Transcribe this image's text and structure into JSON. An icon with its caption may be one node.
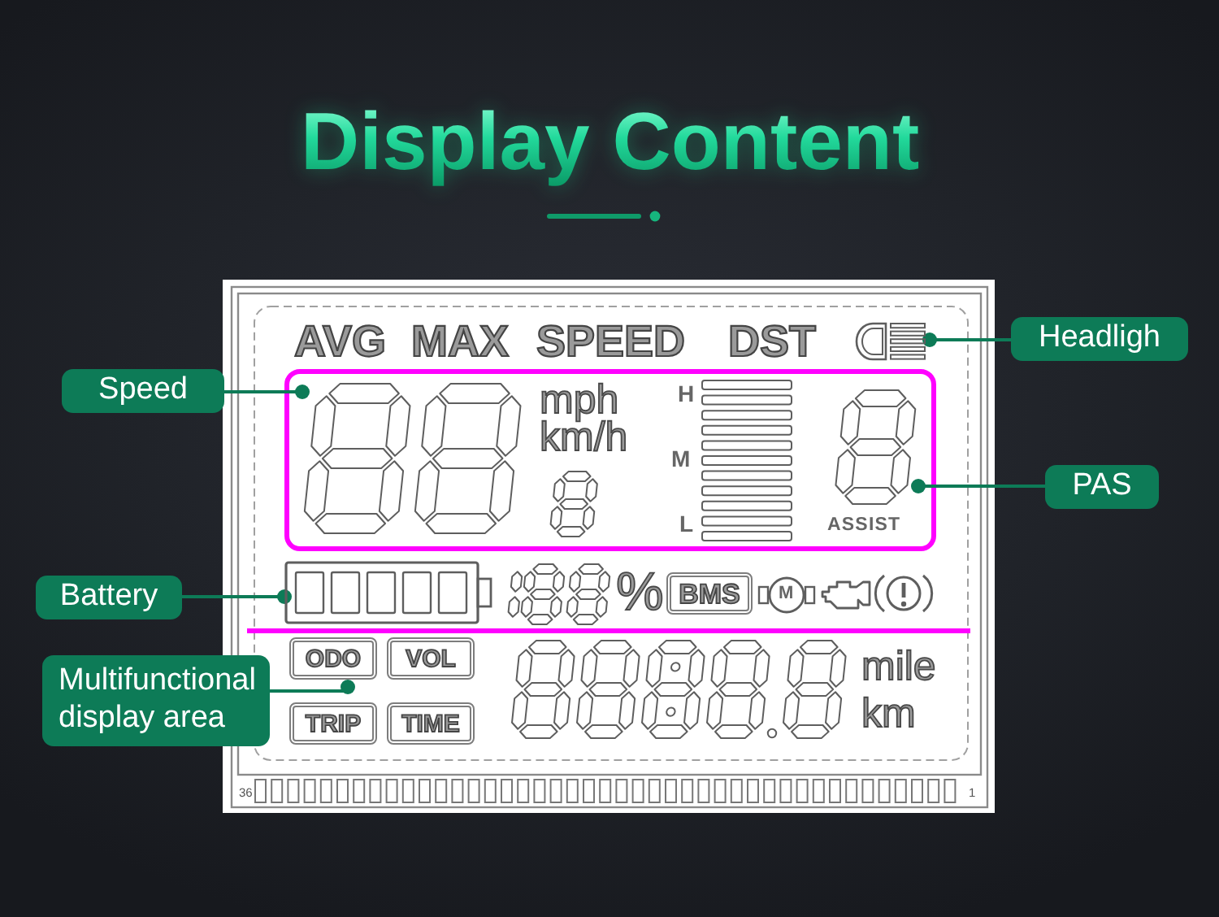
{
  "diagram": {
    "title": "Display Content",
    "nodes": [
      {
        "text": [],
        "shape": "picture"
      },
      {
        "text": [
          "Headligh"
        ]
      },
      {
        "text": [
          "Speed"
        ]
      },
      {
        "text": [],
        "shape": "picture",
        "beside": [
          "mph",
          "km/h"
        ]
      },
      {
        "text": [],
        "shape": "picture",
        "beside": [
          "ASSIST"
        ]
      },
      {
        "text": [
          "PAS"
        ]
      },
      {
        "text": [
          "Battery"
        ]
      },
      {
        "text": [],
        "shape": "picture"
      },
      {
        "text": [
          "BMS"
        ]
      },
      {
        "text": [
          "Multifunctional display area"
        ]
      },
      {
        "text": [
          "ODO"
        ]
      },
      {
        "text": [
          "VOL"
        ]
      },
      {
        "text": [
          "TRIP"
        ]
      },
      {
        "text": [
          "TIME"
        ]
      }
    ],
    "edges": [
      {
        "from": 1,
        "to": 0,
        "arrow": "other"
      },
      {
        "from": 2,
        "to": 3,
        "arrow": "other"
      },
      {
        "from": 5,
        "to": 4,
        "arrow": "other"
      },
      {
        "from": 6,
        "to": 7,
        "arrow": "other"
      },
      {
        "from": 9,
        "to": 10,
        "arrow": "other"
      }
    ],
    "labels": [
      "AVG",
      "MAX",
      "SPEED",
      "DST",
      "H",
      "M",
      "L",
      "%",
      "M",
      "mile",
      "km",
      "36",
      "1"
    ]
  }
}
